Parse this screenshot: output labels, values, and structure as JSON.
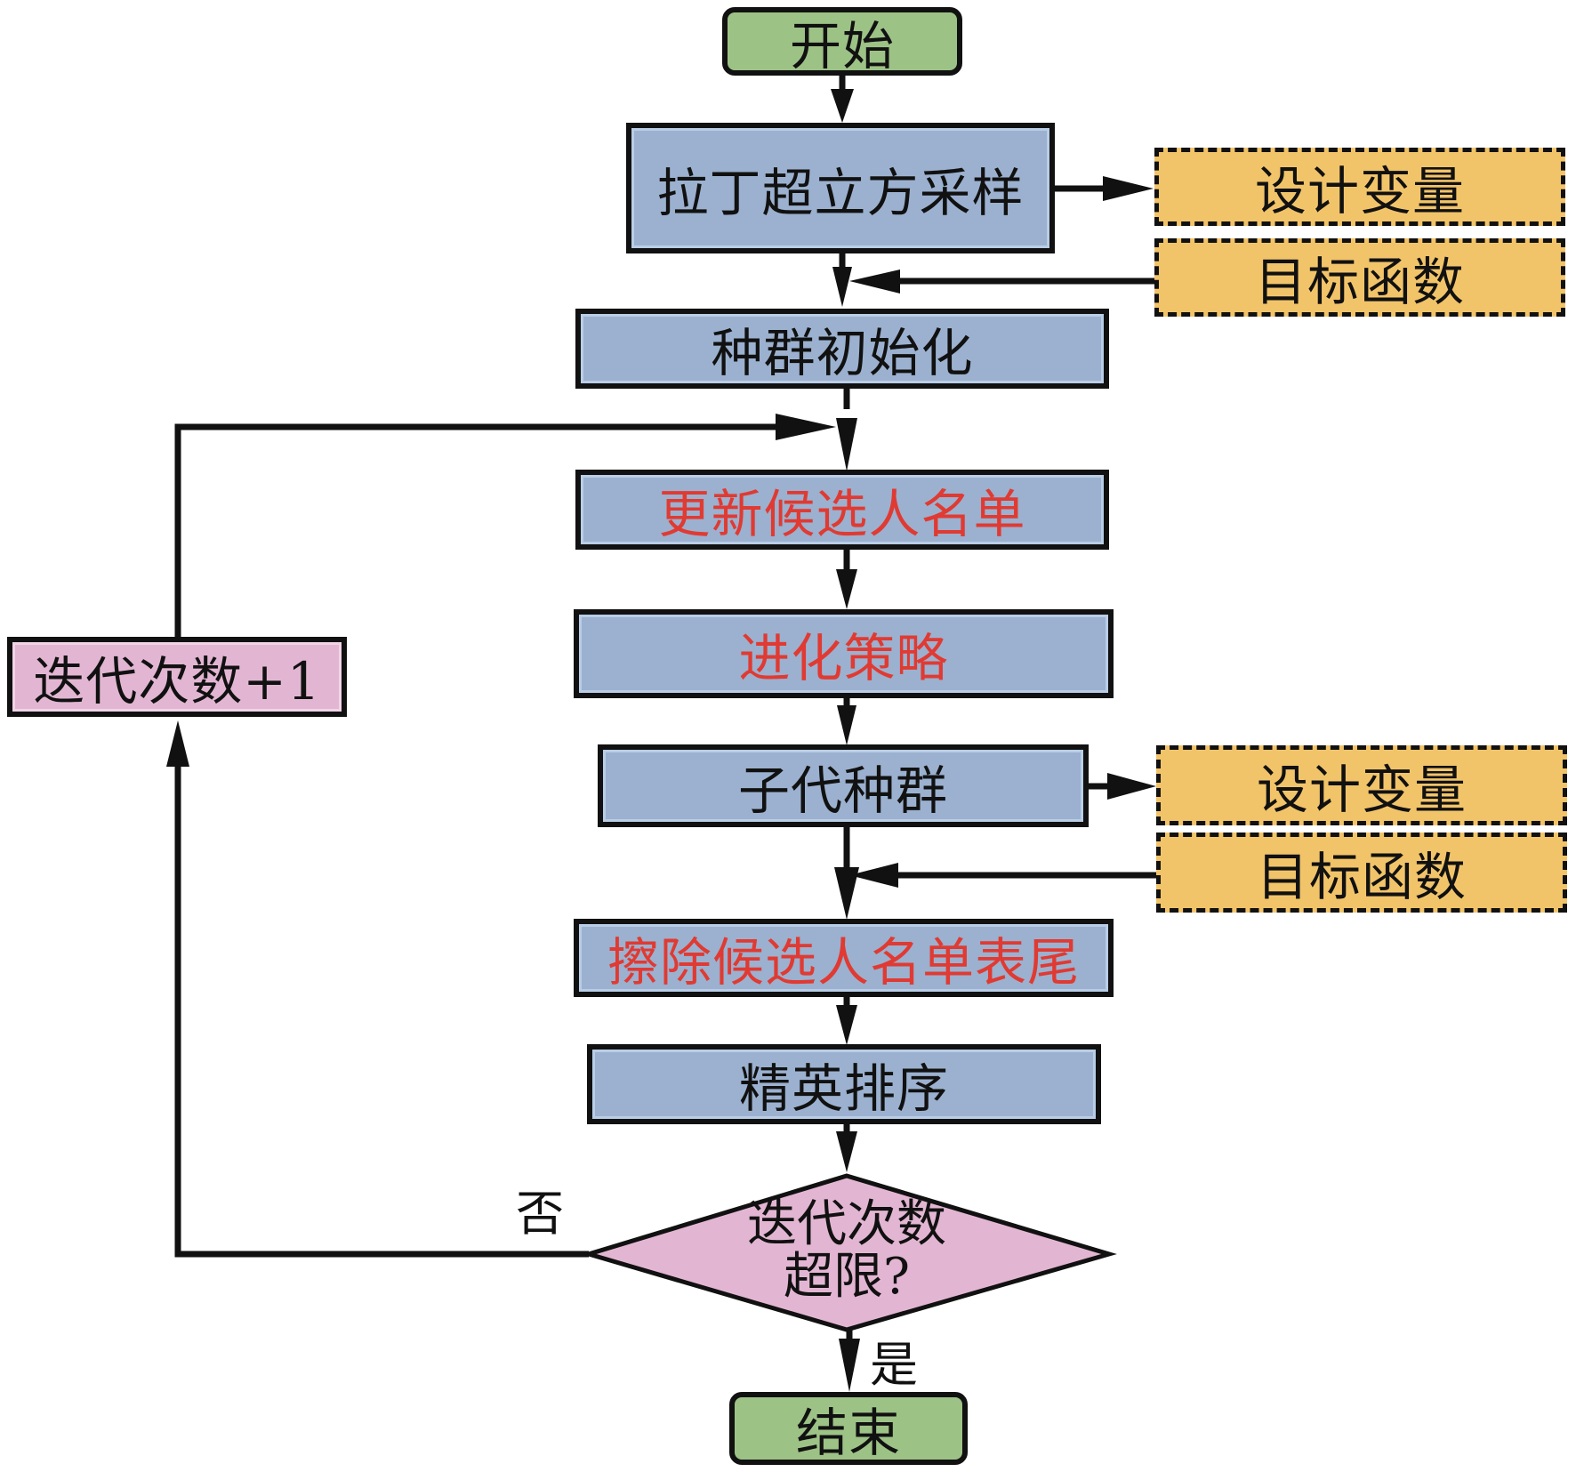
{
  "colors": {
    "process_fill": "#9bb1cf",
    "terminal_fill": "#9dc286",
    "io_fill": "#f2c46a",
    "loop_fill": "#e2b6d2",
    "highlight_text": "#e03a32",
    "line": "#111111"
  },
  "nodes": {
    "start": "开始",
    "lhs": "拉丁超立方采样",
    "io1_var": "设计变量",
    "io1_obj": "目标函数",
    "init": "种群初始化",
    "update": "更新候选人名单",
    "evolve": "进化策略",
    "offspring": "子代种群",
    "io2_var": "设计变量",
    "io2_obj": "目标函数",
    "erase": "擦除候选人名单表尾",
    "elite": "精英排序",
    "decision_line1": "迭代次数",
    "decision_line2": "超限?",
    "iter_inc": "迭代次数+1",
    "end": "结束"
  },
  "edge_labels": {
    "no": "否",
    "yes": "是"
  }
}
